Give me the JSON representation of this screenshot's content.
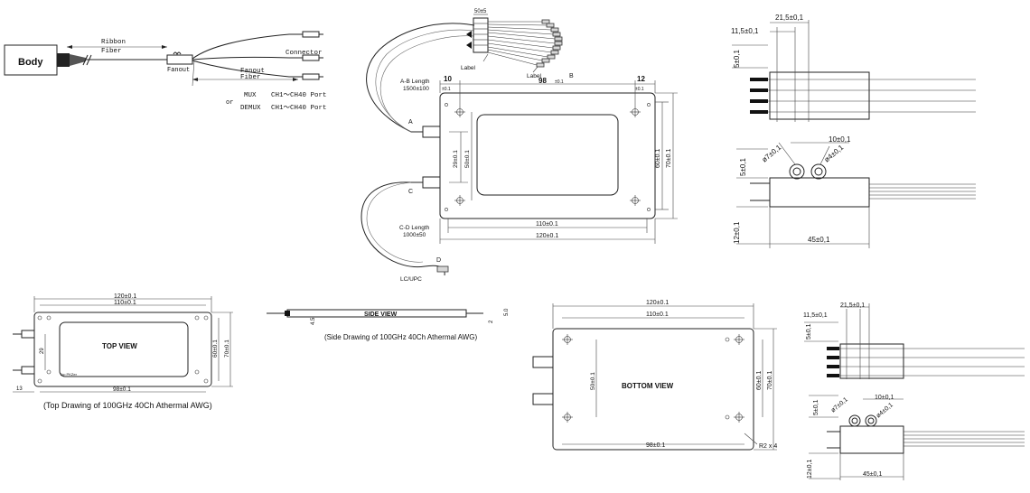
{
  "schematic": {
    "body_label": "Body",
    "ribbon_label_1": "Ribbon",
    "ribbon_label_2": "Fiber",
    "fanout_label": "Fanout",
    "fanout_fiber_1": "Fanout",
    "fanout_fiber_2": "Fiber",
    "connector_label": "Connector",
    "mux_label": "MUX",
    "mux_port": "CH1～CH40 Port",
    "or_label": "or",
    "demux_label": "DEMUX",
    "demux_port": "CH1～CH40 Port"
  },
  "main_drawing": {
    "dim_50": "50±5",
    "label_1": "Label",
    "label_2": "Label",
    "port_a": "A",
    "port_b": "B",
    "port_c": "C",
    "port_d": "D",
    "ab_length": "A-B Length",
    "ab_value": "1500±100",
    "cd_length": "C-D Length",
    "cd_value": "1000±50",
    "lc_upc": "LC/UPC",
    "dim_10": "10",
    "dim_10_tol": "±0.1",
    "dim_98": "98",
    "dim_98_tol": "±0.1",
    "dim_12": "12",
    "dim_12_tol": "±0.1",
    "dim_29": "29±0.1",
    "dim_50b": "50±0.1",
    "dim_60": "60±0.1",
    "dim_70": "70±0.1",
    "dim_110": "110±0.1",
    "dim_120": "120±0.1"
  },
  "right_top": {
    "dim_21_5": "21,5±0,1",
    "dim_11_5": "11,5±0,1",
    "dim_5": "5±0,1",
    "dim_10": "10±0,1",
    "dim_7": "ø7±0,1",
    "dim_4": "ø4±0,1",
    "dim_5b": "5±0,1",
    "dim_12": "12±0,1",
    "dim_45": "45±0,1"
  },
  "top_view": {
    "dim_120": "120±0.1",
    "dim_110": "110±0.1",
    "title": "TOP VIEW",
    "small_label": "Top PKZer",
    "dim_29": "29",
    "dim_60": "60±0.1",
    "dim_70": "70±0.1",
    "dim_13": "13",
    "dim_98": "98±0.1",
    "caption": "(Top Drawing of 100GHz 40Ch Athermal AWG)"
  },
  "side_view": {
    "title": "SIDE VIEW",
    "dim_45": "4.5",
    "dim_5": "5.0",
    "dim_2": "2",
    "caption": "(Side Drawing of 100GHz 40Ch Athermal AWG)"
  },
  "bottom_view": {
    "dim_120": "120±0.1",
    "dim_110": "110±0.1",
    "title": "BOTTOM VIEW",
    "dim_50": "50±0.1",
    "dim_60": "60±0.1",
    "dim_70": "70±0.1",
    "dim_98": "98±0.1",
    "r2x4": "R2 x 4"
  },
  "right_bottom": {
    "dim_21_5": "21,5±0,1",
    "dim_11_5": "11,5±0,1",
    "dim_5": "5±0,1",
    "dim_10": "10±0,1",
    "dim_7": "ø7±0,1",
    "dim_4": "ø4±0,1",
    "dim_5b": "5±0,1",
    "dim_12": "12±0,1",
    "dim_45": "45±0,1"
  }
}
